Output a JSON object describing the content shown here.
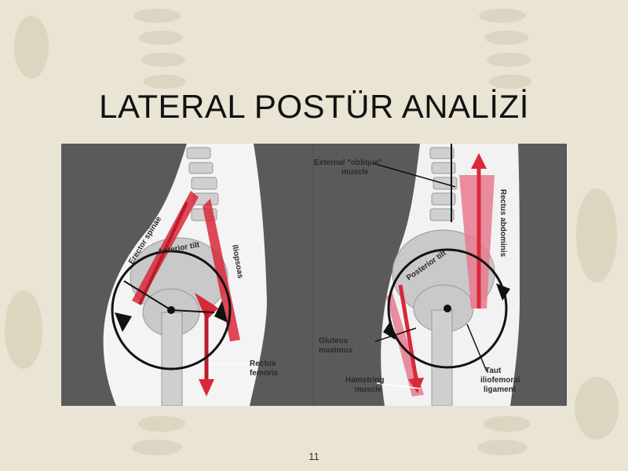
{
  "slide": {
    "title": "LATERAL POSTÜR ANALİZİ",
    "page_number": "11"
  },
  "left_panel": {
    "labels": {
      "erector_spinae": "Erector spinae",
      "anterior_tilt": "Anterior tilt",
      "iliopsoas": "Iliopsoas",
      "rectus_femoris_line1": "Rectus",
      "rectus_femoris_line2": "femoris"
    }
  },
  "right_panel": {
    "labels": {
      "external_oblique_line1": "External \"oblique\"",
      "external_oblique_line2": "muscle",
      "rectus_abdominis": "Rectus abdominis",
      "posterior_tilt": "Posterior tilt",
      "gluteus_line1": "Gluteus",
      "gluteus_line2": "maximus",
      "hamstring_line1": "Hamstring",
      "hamstring_line2": "muscle",
      "taut_line1": "Taut",
      "taut_line2": "iliofemoral",
      "taut_line3": "ligament"
    }
  },
  "colors": {
    "background": "#e9e4d3",
    "muscle_red": "#d9283a",
    "muscle_pink": "#e87a8e",
    "bone_gray": "#c9c9c9",
    "body_white": "#f4f4f4",
    "panel_gray": "#5a5a5a"
  }
}
